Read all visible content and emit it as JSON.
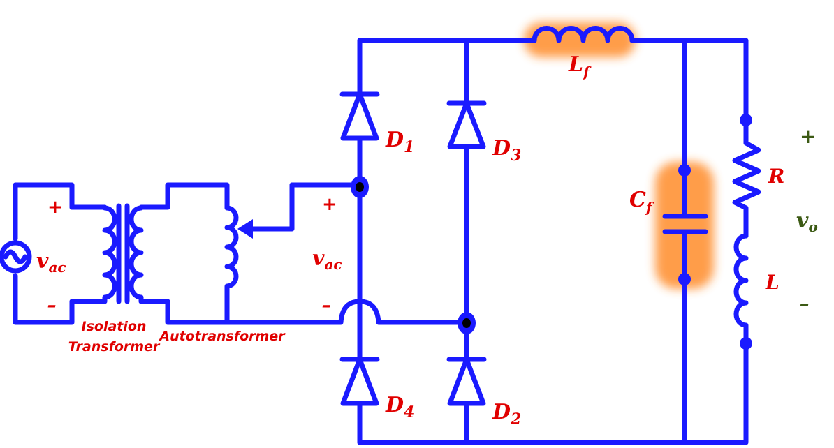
{
  "colors": {
    "wire": "#1a1aff",
    "label_red": "#e00000",
    "label_green": "#3c5a14",
    "glow": "#ff8c2a",
    "dot": "#000000"
  },
  "labels": {
    "source": {
      "main": "v",
      "sub": "ac"
    },
    "source_plus": "+",
    "source_minus": "–",
    "isolation_transformer_line1": "Isolation",
    "isolation_transformer_line2": "Transformer",
    "autotransformer": "Autotransformer",
    "input_plus": "+",
    "input_minus": "–",
    "input_voltage": {
      "main": "v",
      "sub": "ac"
    },
    "d1": {
      "main": "D",
      "sub": "1"
    },
    "d2": {
      "main": "D",
      "sub": "2"
    },
    "d3": {
      "main": "D",
      "sub": "3"
    },
    "d4": {
      "main": "D",
      "sub": "4"
    },
    "lf": {
      "main": "L",
      "sub": "f"
    },
    "cf": {
      "main": "C",
      "sub": "f"
    },
    "r": "R",
    "l": "L",
    "out_plus": "+",
    "out_minus": "–",
    "output_voltage": {
      "main": "v",
      "sub": "o"
    }
  }
}
